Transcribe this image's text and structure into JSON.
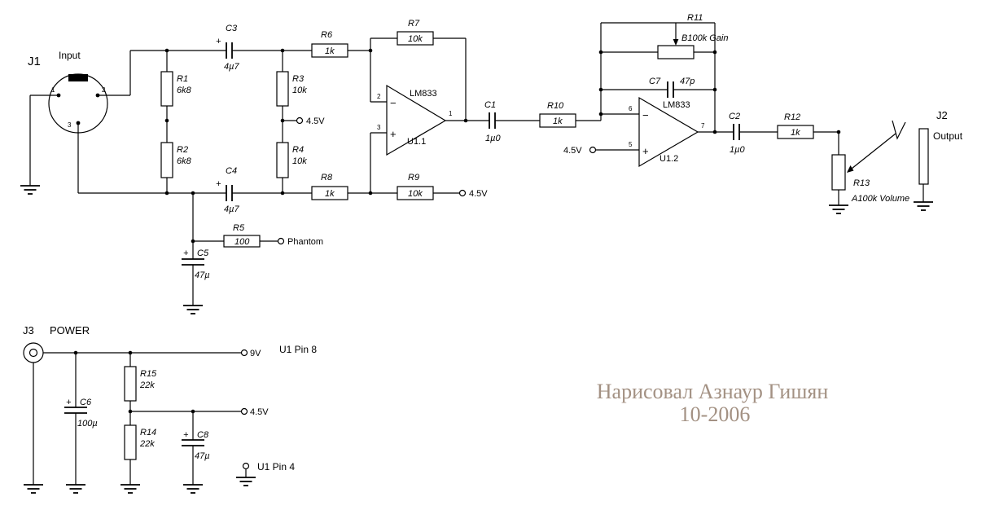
{
  "symbols": {
    "plus": "+",
    "minus": "−"
  },
  "connectors": {
    "j1": {
      "ref": "J1",
      "label": "Input",
      "pin1": "1",
      "pin2": "2",
      "pin3": "3"
    },
    "j2": {
      "ref": "J2",
      "label": "Output"
    },
    "j3": {
      "ref": "J3",
      "label": "POWER"
    }
  },
  "resistors": {
    "r1": {
      "ref": "R1",
      "value": "6k8"
    },
    "r2": {
      "ref": "R2",
      "value": "6k8"
    },
    "r3": {
      "ref": "R3",
      "value": "10k"
    },
    "r4": {
      "ref": "R4",
      "value": "10k"
    },
    "r5": {
      "ref": "R5",
      "value": "100"
    },
    "r6": {
      "ref": "R6",
      "value": "1k"
    },
    "r7": {
      "ref": "R7",
      "value": "10k"
    },
    "r8": {
      "ref": "R8",
      "value": "1k"
    },
    "r9": {
      "ref": "R9",
      "value": "10k"
    },
    "r10": {
      "ref": "R10",
      "value": "1k"
    },
    "r11": {
      "ref": "R11",
      "value": "B100k Gain"
    },
    "r12": {
      "ref": "R12",
      "value": "1k"
    },
    "r13": {
      "ref": "R13",
      "value": "A100k Volume"
    },
    "r14": {
      "ref": "R14",
      "value": "22k"
    },
    "r15": {
      "ref": "R15",
      "value": "22k"
    }
  },
  "capacitors": {
    "c1": {
      "ref": "C1",
      "value": "1µ0"
    },
    "c2": {
      "ref": "C2",
      "value": "1µ0"
    },
    "c3": {
      "ref": "C3",
      "value": "4µ7"
    },
    "c4": {
      "ref": "C4",
      "value": "4µ7"
    },
    "c5": {
      "ref": "C5",
      "value": "47µ"
    },
    "c6": {
      "ref": "C6",
      "value": "100µ"
    },
    "c7": {
      "ref": "C7",
      "value": "47p"
    },
    "c8": {
      "ref": "C8",
      "value": "47µ"
    }
  },
  "opamps": {
    "u11": {
      "part": "LM833",
      "ref": "U1.1",
      "pin_inverting": "2",
      "pin_noninverting": "3",
      "pin_output": "1"
    },
    "u12": {
      "part": "LM833",
      "ref": "U1.2",
      "pin_inverting": "6",
      "pin_noninverting": "5",
      "pin_output": "7"
    }
  },
  "terminals": {
    "bias_mid": "4.5V",
    "bias_r9": "4.5V",
    "bias_u12": "4.5V",
    "phantom": "Phantom",
    "rail_9v": "9V",
    "u1_pin8": "U1 Pin 8",
    "rail_4v5": "4.5V",
    "u1_pin4": "U1 Pin 4"
  },
  "signature": {
    "line1": "Нарисовал Азнаур Гишян",
    "line2": "10-2006"
  },
  "colors": {
    "wire": "#000000",
    "background": "#ffffff",
    "signature": "#a39183"
  }
}
